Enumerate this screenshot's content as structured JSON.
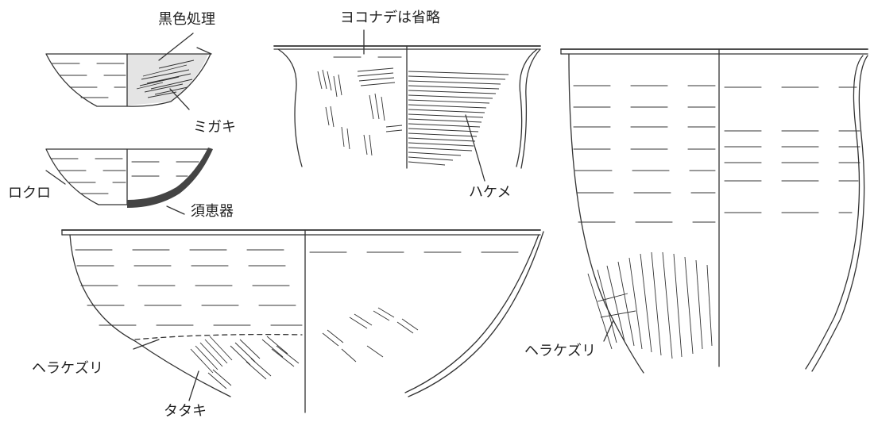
{
  "labels": {
    "blackening": "黒色処理",
    "migaki": "ミガキ",
    "rokuro": "ロクロ",
    "sueki": "須恵器",
    "yokonade_omitted": "ヨコナデは省略",
    "hakeme": "ハケメ",
    "herakezuri_left": "ヘラケズリ",
    "herakezuri_right": "ヘラケズリ",
    "tataki": "タタキ"
  },
  "colors": {
    "line": "#333333",
    "sueki_fill": "#444444",
    "blackening_fill": "#e4e4e4",
    "background": "#ffffff"
  }
}
